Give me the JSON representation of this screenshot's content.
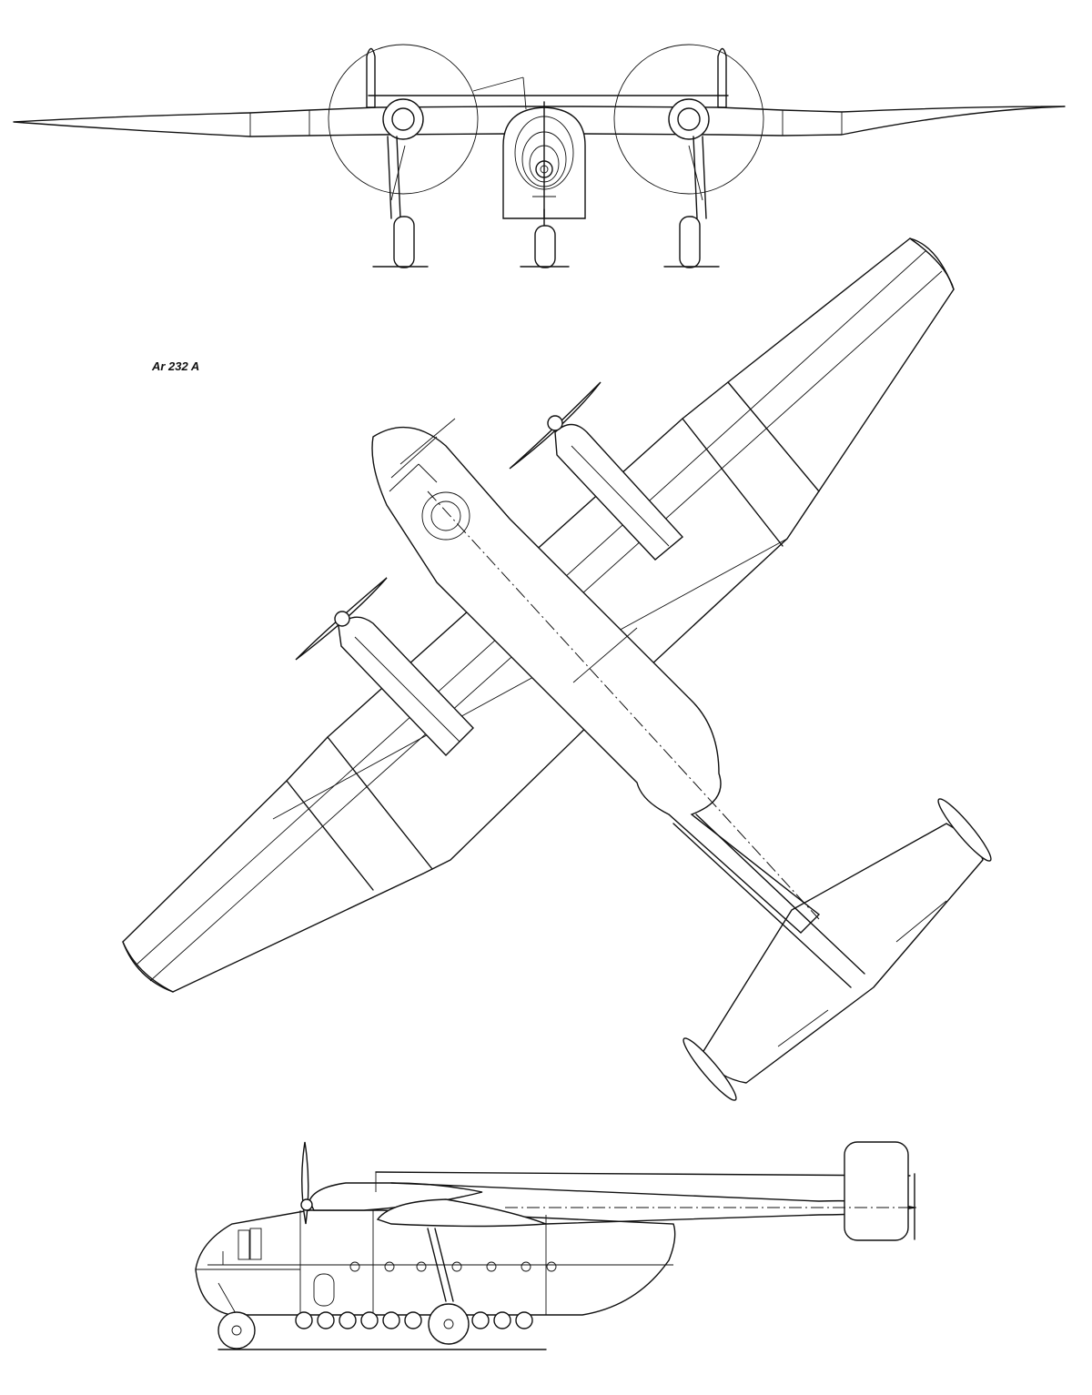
{
  "drawing": {
    "caption": "Ar 232 A",
    "views": [
      {
        "view_name": "front-view"
      },
      {
        "view_name": "top-view"
      },
      {
        "view_name": "side-view"
      }
    ],
    "line_color": "#111111",
    "background_color": "#ffffff"
  }
}
